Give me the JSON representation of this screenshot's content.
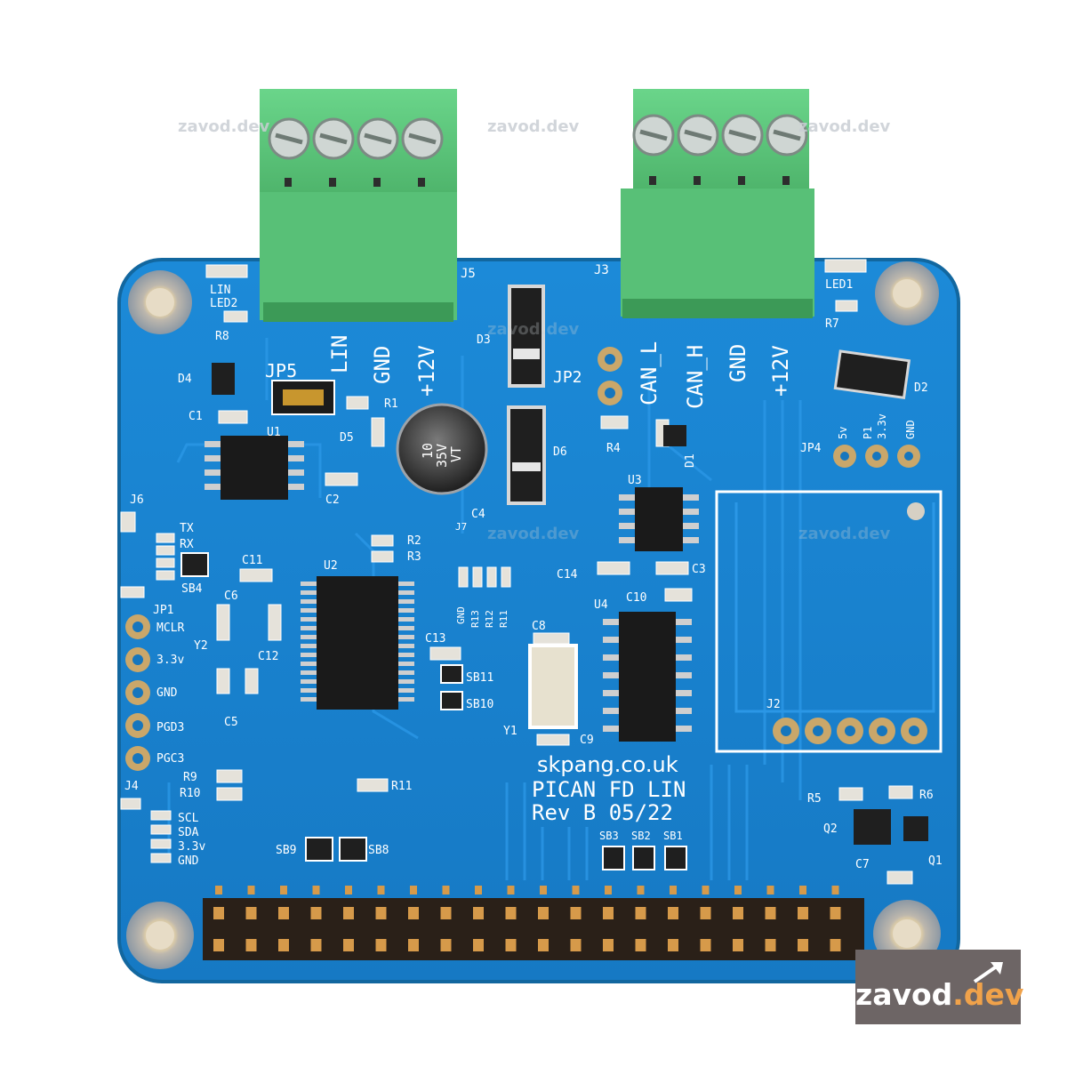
{
  "image": {
    "kind": "product-photo",
    "subject": "PCB",
    "colors": {
      "pcb": "#1a86d4",
      "pcb_edge": "#1676bd",
      "terminal": "#5cc67a",
      "terminal_dark": "#3fa25d",
      "header": "#2a2018",
      "gold": "#c98b3a",
      "watermark_orange": "#f0a24a"
    }
  },
  "silkscreen": {
    "j5": "J5",
    "j3": "J3",
    "lin": "LIN",
    "gnd": "GND",
    "v12": "+12V",
    "can_l": "CAN_L",
    "can_h": "CAN_H",
    "gnd2": "GND",
    "v12b": "+12V",
    "led2": "LED2",
    "lin_small": "LIN",
    "r8": "R8",
    "led1": "LED1",
    "r7": "R7",
    "d4": "D4",
    "jp5": "JP5",
    "r1": "R1",
    "c1": "C1",
    "d5": "D5",
    "u1": "U1",
    "c2": "C2",
    "d3": "D3",
    "jp2": "JP2",
    "d6": "D6",
    "r4": "R4",
    "d1": "D1",
    "d2": "D2",
    "cap_10": "10",
    "cap_35v": "35V",
    "cap_vt": "VT",
    "c4": "C4",
    "j6": "J6",
    "tx": "TX",
    "rx": "RX",
    "sb4": "SB4",
    "c11": "C11",
    "u2": "U2",
    "j7": "J7",
    "r2": "R2",
    "r3": "R3",
    "c6": "C6",
    "y2": "Y2",
    "c12": "C12",
    "c5": "C5",
    "jp1": "JP1",
    "mclr": "MCLR",
    "v33": "3.3v",
    "gnd3": "GND",
    "pgd3": "PGD3",
    "pgc3": "PGC3",
    "c13": "C13",
    "sb11": "SB11",
    "sb10": "SB10",
    "gnd_v": "GND",
    "r13": "R13",
    "r12": "R12",
    "r11v": "R11",
    "u3": "U3",
    "c14": "C14",
    "c3": "C3",
    "c10": "C10",
    "u4": "U4",
    "c8": "C8",
    "y1": "Y1",
    "c9": "C9",
    "jp4": "JP4",
    "v5": "5v",
    "p1": "P1",
    "v33b": "3.3v",
    "gnd4": "GND",
    "j2": "J2",
    "r9": "R9",
    "r10": "R10",
    "r11": "R11",
    "j4": "J4",
    "scl": "SCL",
    "sda": "SDA",
    "v33c": "3.3v",
    "gnd5": "GND",
    "sb9": "SB9",
    "sb8": "SB8",
    "sb3": "SB3",
    "sb2": "SB2",
    "sb1": "SB1",
    "r5": "R5",
    "r6": "R6",
    "q2": "Q2",
    "q1": "Q1",
    "c7": "C7",
    "site": "skpang.co.uk",
    "product": "PICAN FD LIN",
    "rev": "Rev B 05/22"
  },
  "watermark": {
    "text": "zavod.dev",
    "logo_name": "zavod",
    "logo_dot": ".",
    "logo_tld": "dev"
  }
}
